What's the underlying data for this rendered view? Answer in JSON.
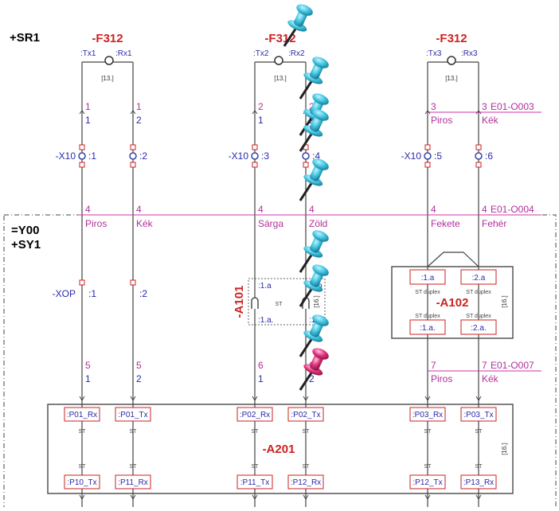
{
  "locations": {
    "sr1": "+SR1",
    "y00": "=Y00",
    "sy1": "+SY1"
  },
  "f312": {
    "title": "-F312",
    "ref": "[13.]",
    "ports": [
      ":Tx1",
      ":Rx1",
      ":Tx2",
      ":Rx2",
      ":Tx3",
      ":Rx3"
    ]
  },
  "cable_e01_o003": {
    "id": "E01-O003",
    "cores": [
      {
        "top": "1",
        "bottom": "1"
      },
      {
        "top": "1",
        "bottom": "2"
      },
      {
        "top": "2",
        "bottom": "1"
      },
      {
        "top": "2",
        "bottom": "2"
      },
      {
        "top": "3",
        "bottom": "Piros"
      },
      {
        "top": "3",
        "bottom": "Kék"
      }
    ]
  },
  "x10": {
    "tag": "-X10",
    "terminals": [
      ":1",
      ":2",
      ":3",
      ":4",
      ":5",
      ":6"
    ]
  },
  "cable_e01_o004": {
    "id": "E01-O004",
    "numbers": [
      "4",
      "4",
      "4",
      "4",
      "4",
      "4"
    ],
    "colors": [
      "Piros",
      "Kék",
      "Sárga",
      "Zöld",
      "Fekete",
      "Fehér"
    ]
  },
  "xop": {
    "tag": "-XOP",
    "terminals": [
      ":1",
      ":2"
    ]
  },
  "a101": {
    "title": "-A101",
    "ref": "[16.]",
    "ports": [
      ":1.a",
      ":1.b",
      ":1.a.",
      ":1.b."
    ],
    "label": "ST"
  },
  "a102": {
    "title": "-A102",
    "ref": "[16.]",
    "ports_top": [
      ":1.a",
      ":2.a"
    ],
    "ports_bottom": [
      ":1.a.",
      ":2.a."
    ],
    "label": "ST duplex"
  },
  "cable_e01_o007": {
    "id": "E01-O007",
    "cores": [
      {
        "top": "5",
        "bottom": "1"
      },
      {
        "top": "5",
        "bottom": "2"
      },
      {
        "top": "6",
        "bottom": "1"
      },
      {
        "top": "6",
        "bottom": "2"
      },
      {
        "top": "7",
        "bottom": "Piros"
      },
      {
        "top": "7",
        "bottom": "Kék"
      }
    ]
  },
  "a201": {
    "title": "-A201",
    "ref": "[16.]",
    "label": "ST",
    "ports_top": [
      ":P01_Rx",
      ":P01_Tx",
      ":P02_Rx",
      ":P02_Tx",
      ":P03_Rx",
      ":P03_Tx"
    ],
    "ports_bottom": [
      ":P10_Tx",
      ":P11_Rx",
      ":P11_Tx",
      ":P12_Rx",
      ":P12_Tx",
      ":P13_Rx"
    ]
  },
  "colors": {
    "title_red": "#cc2222",
    "wire_label_blue": "#2a2aaa",
    "cable_magenta": "#b0309a",
    "pin_cyan": "#3fc4e0",
    "pin_pink": "#e0307a"
  },
  "decor": {
    "pushpins": [
      "pushpin-cyan",
      "pushpin-cyan",
      "pushpin-cyan",
      "pushpin-cyan",
      "pushpin-cyan",
      "pushpin-cyan",
      "pushpin-cyan",
      "pushpin-cyan",
      "pushpin-pink"
    ]
  }
}
